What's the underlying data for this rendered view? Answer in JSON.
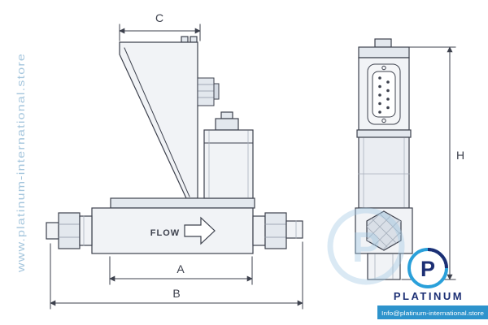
{
  "drawing": {
    "flow_label": "FLOW",
    "dimensions": {
      "a": "A",
      "b": "B",
      "c": "C",
      "h": "H"
    }
  },
  "watermark": {
    "side_text": "www.platinum-international.store",
    "monogram": "P"
  },
  "logo": {
    "monogram": "P",
    "brand": "PLATINUM",
    "contact": "Info@platinum-international.store"
  },
  "colors": {
    "line": "#3d414d",
    "fill_light": "#f1f3f6",
    "fill_mid": "#e3e8ee",
    "fill_dark": "#d5dbe4",
    "watermark_blue": "#a5c6dd",
    "logo_blue": "#2aa0da",
    "logo_navy": "#1c2f74",
    "banner_blue": "#2d93cc"
  }
}
